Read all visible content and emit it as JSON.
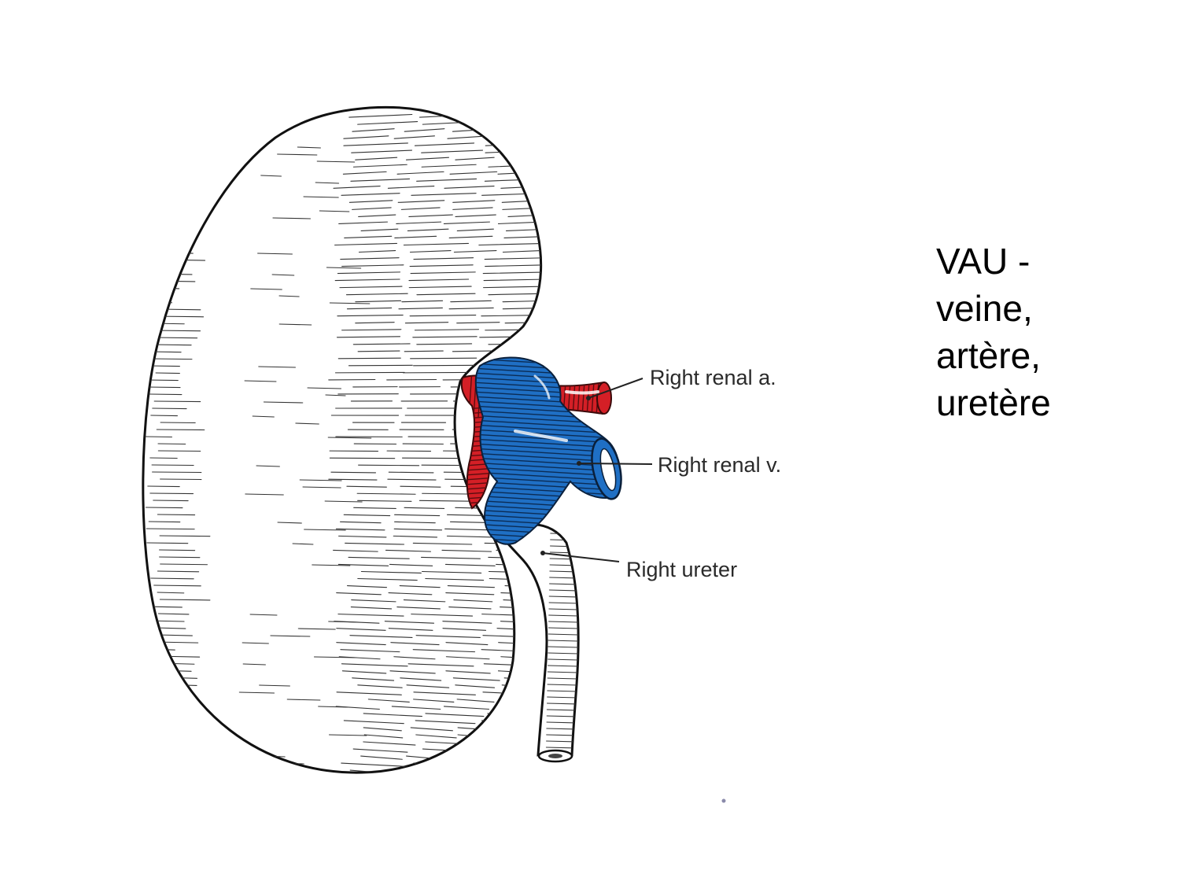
{
  "labels": {
    "artery": "Right renal a.",
    "vein": "Right renal v.",
    "ureter": "Right ureter"
  },
  "side_note": {
    "lines": [
      "VAU -",
      "veine,",
      "artère,",
      "uretère"
    ]
  },
  "colors": {
    "artery": "#d41f26",
    "vein": "#1f6fc4",
    "outline": "#111111",
    "background": "#ffffff"
  }
}
